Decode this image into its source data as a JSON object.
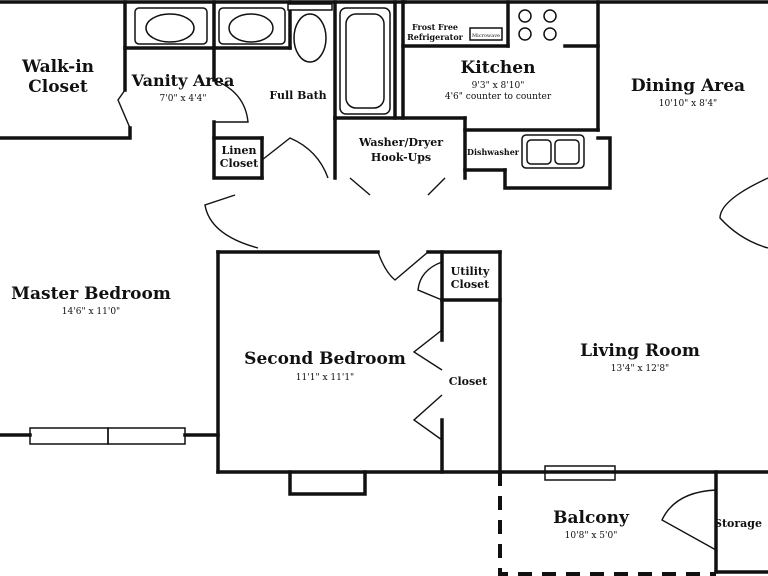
{
  "rooms": {
    "walk_in_closet": {
      "name_line1": "Walk-in",
      "name_line2": "Closet"
    },
    "vanity_area": {
      "name": "Vanity Area",
      "dims": "7'0\" x 4'4\""
    },
    "full_bath": {
      "name": "Full Bath"
    },
    "linen_closet": {
      "name_line1": "Linen",
      "name_line2": "Closet"
    },
    "kitchen": {
      "name": "Kitchen",
      "dims": "9'3\" x 8'10\"",
      "note": "4'6\" counter to counter"
    },
    "refrigerator": {
      "line1": "Frost Free",
      "line2": "Refrigerator"
    },
    "microwave": {
      "label": "Microwave"
    },
    "washer_dryer": {
      "line1": "Washer/Dryer",
      "line2": "Hook-Ups"
    },
    "dishwasher": {
      "label": "Dishwasher"
    },
    "dining_area": {
      "name": "Dining Area",
      "dims": "10'10\" x 8'4\""
    },
    "master_bedroom": {
      "name": "Master Bedroom",
      "dims": "14'6\" x 11'0\""
    },
    "utility_closet": {
      "name_line1": "Utility",
      "name_line2": "Closet"
    },
    "second_bedroom": {
      "name": "Second Bedroom",
      "dims": "11'1\" x 11'1\""
    },
    "closet": {
      "name": "Closet"
    },
    "living_room": {
      "name": "Living Room",
      "dims": "13'4\" x 12'8\""
    },
    "balcony": {
      "name": "Balcony",
      "dims": "10'8\" x 5'0\""
    },
    "storage": {
      "name": "Storage"
    }
  }
}
